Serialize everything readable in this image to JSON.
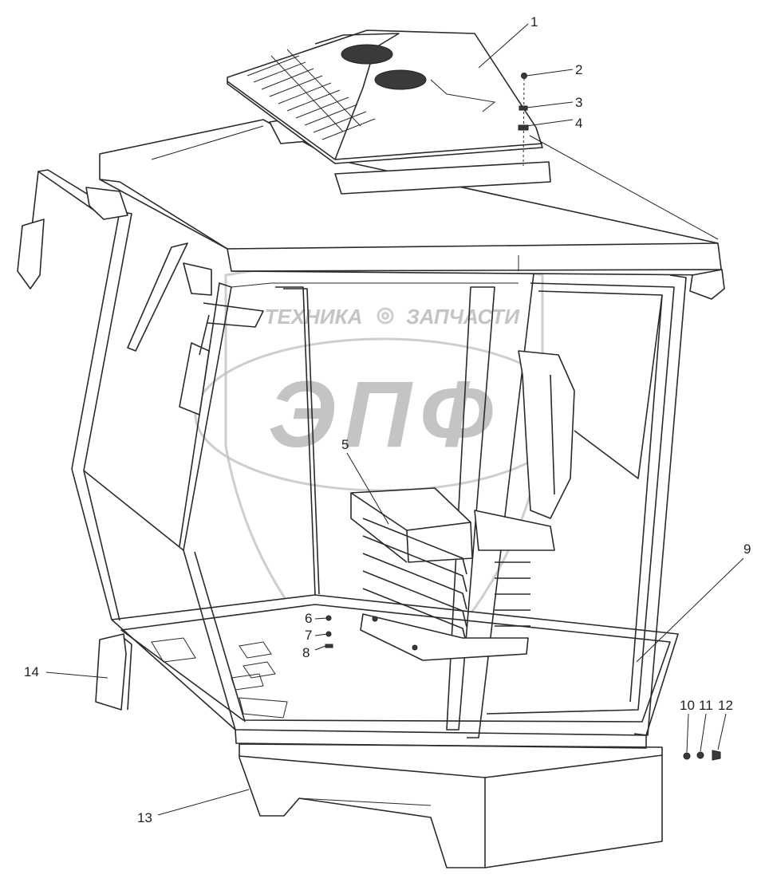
{
  "watermark": {
    "text_left": "ТЕХНИКА",
    "text_right": "ЗАПЧАСТИ",
    "logo_letters": "ЭПФ"
  },
  "callouts": [
    {
      "id": "1",
      "label": "1"
    },
    {
      "id": "2",
      "label": "2"
    },
    {
      "id": "3",
      "label": "3"
    },
    {
      "id": "4",
      "label": "4"
    },
    {
      "id": "5",
      "label": "5"
    },
    {
      "id": "6",
      "label": "6"
    },
    {
      "id": "7",
      "label": "7"
    },
    {
      "id": "8",
      "label": "8"
    },
    {
      "id": "9",
      "label": "9"
    },
    {
      "id": "10",
      "label": "10"
    },
    {
      "id": "11",
      "label": "11"
    },
    {
      "id": "12",
      "label": "12"
    },
    {
      "id": "13",
      "label": "13"
    },
    {
      "id": "14",
      "label": "14"
    }
  ]
}
